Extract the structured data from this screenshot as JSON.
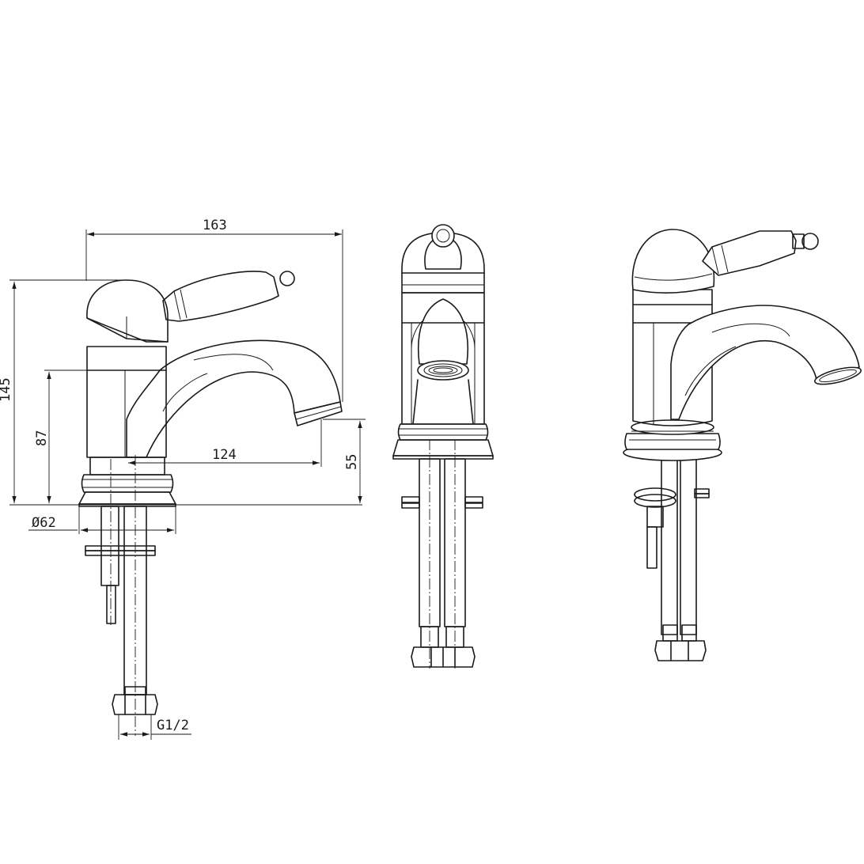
{
  "dimensions": {
    "total_width": "163",
    "total_height": "145",
    "base_to_body_top": "87",
    "spout_reach": "124",
    "spout_height": "55",
    "base_diameter": "Ø62",
    "connection_thread": "G1/2"
  },
  "colors": {
    "line": "#1a1a1a",
    "background": "#ffffff"
  }
}
